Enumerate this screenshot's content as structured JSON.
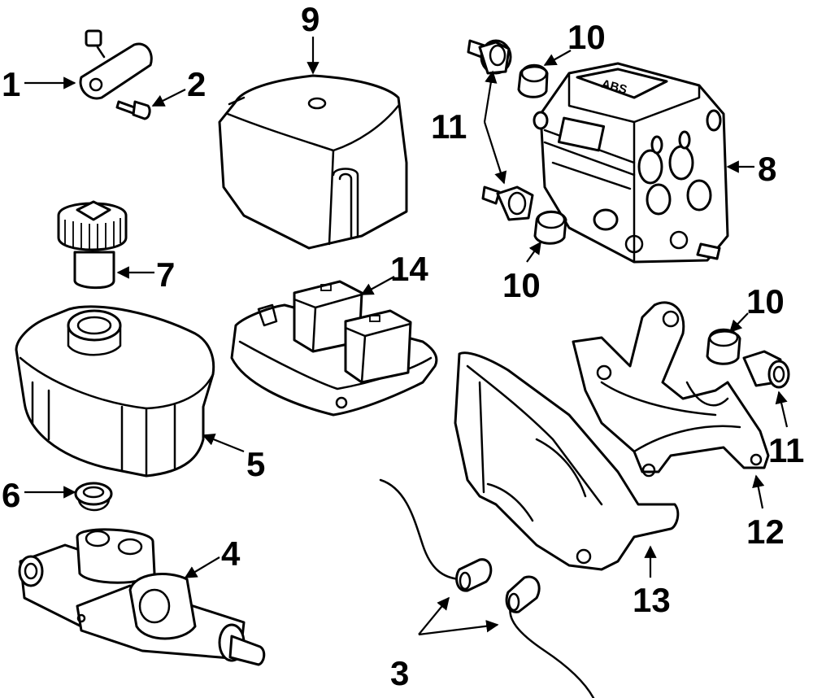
{
  "diagram": {
    "callouts": {
      "c1": "1",
      "c2": "2",
      "c3": "3",
      "c4": "4",
      "c5": "5",
      "c6": "6",
      "c7": "7",
      "c8": "8",
      "c9": "9",
      "c10a": "10",
      "c10b": "10",
      "c10c": "10",
      "c11a": "11",
      "c11b": "11",
      "c12": "12",
      "c13": "13",
      "c14": "14"
    },
    "abs_label": "ABS"
  }
}
